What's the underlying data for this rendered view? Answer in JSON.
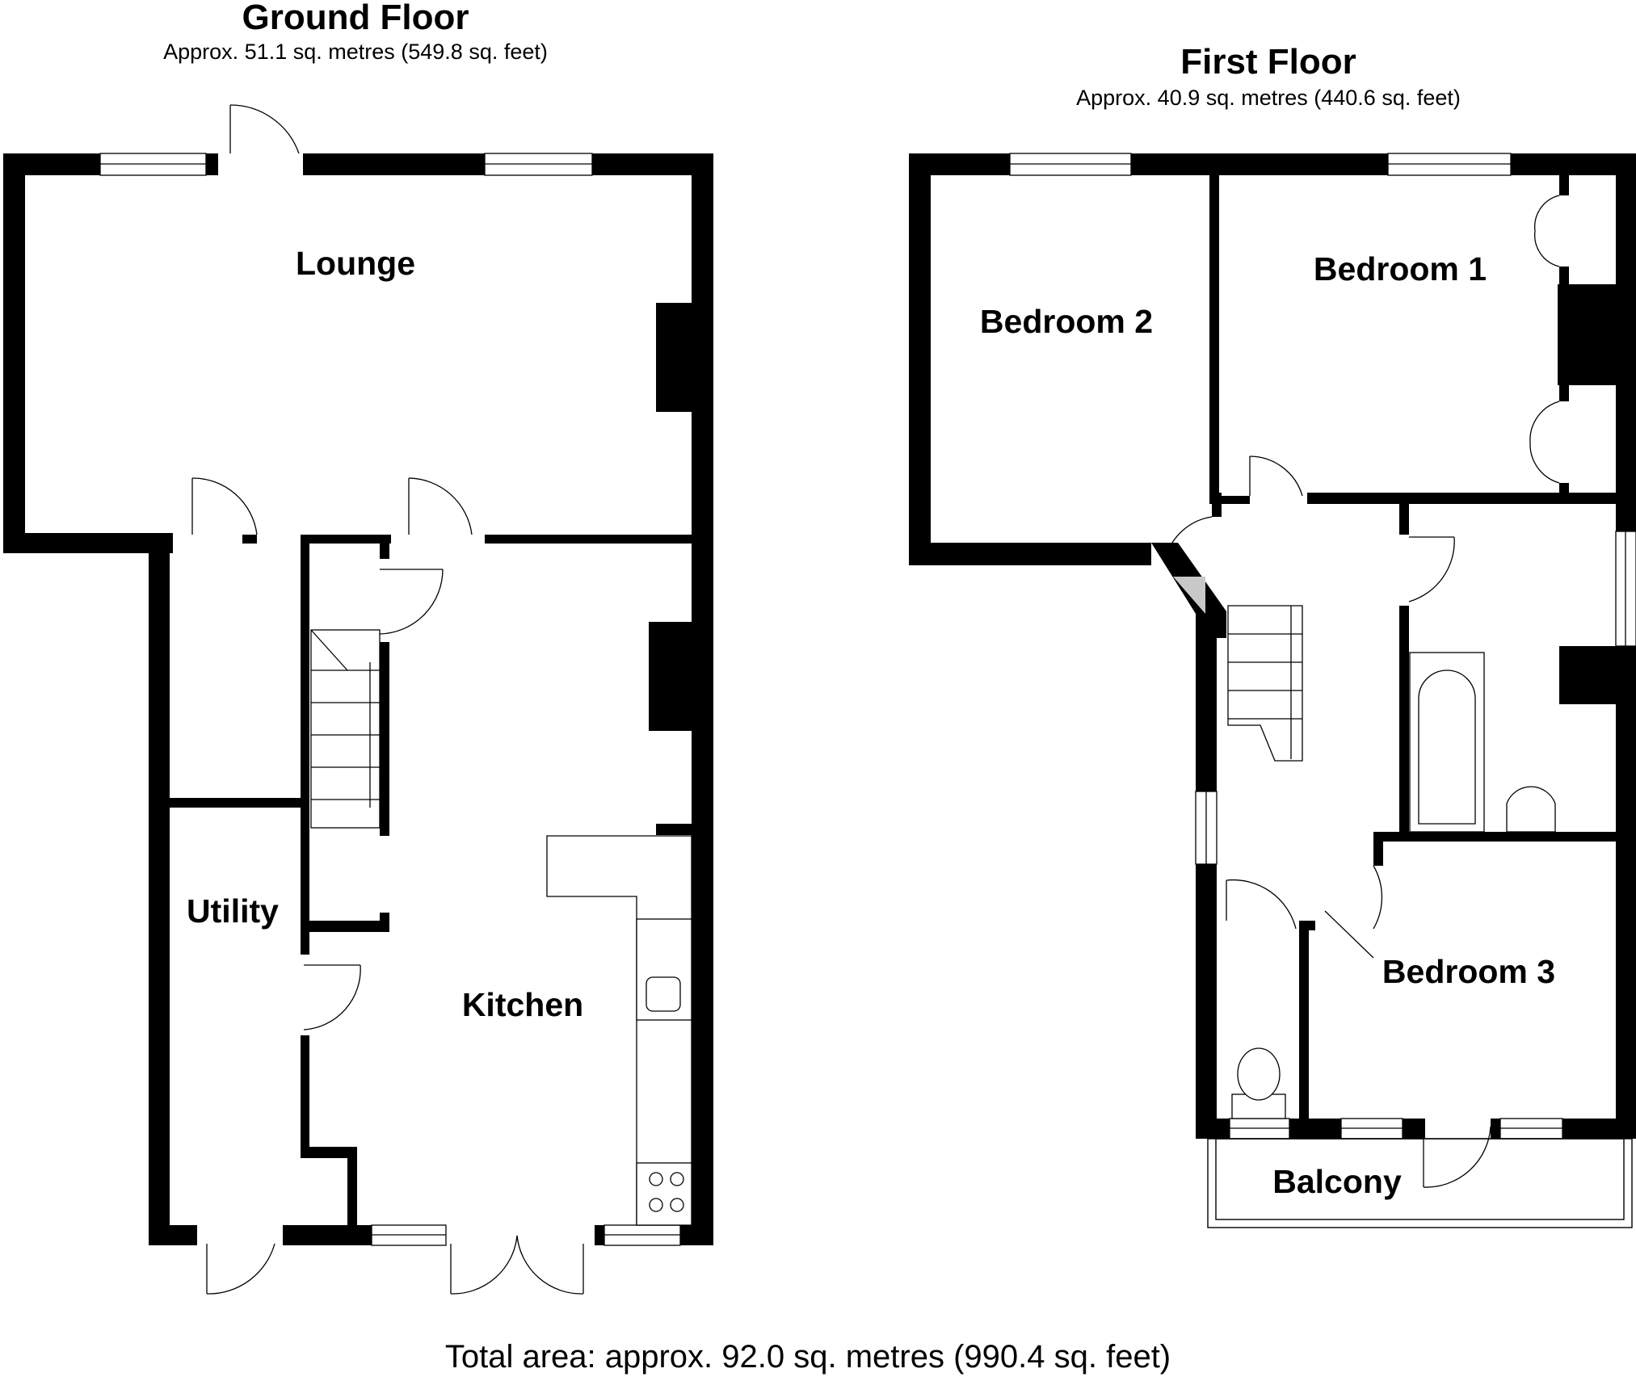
{
  "ground_floor": {
    "title": "Ground Floor",
    "area": "Approx. 51.1 sq. metres (549.8 sq. feet)",
    "rooms": {
      "lounge": "Lounge",
      "utility": "Utility",
      "kitchen": "Kitchen"
    }
  },
  "first_floor": {
    "title": "First Floor",
    "area": "Approx. 40.9 sq. metres (440.6 sq. feet)",
    "rooms": {
      "bedroom1": "Bedroom 1",
      "bedroom2": "Bedroom 2",
      "bedroom3": "Bedroom 3",
      "balcony": "Balcony"
    }
  },
  "total_area": "Total area: approx. 92.0 sq. metres (990.4 sq. feet)"
}
